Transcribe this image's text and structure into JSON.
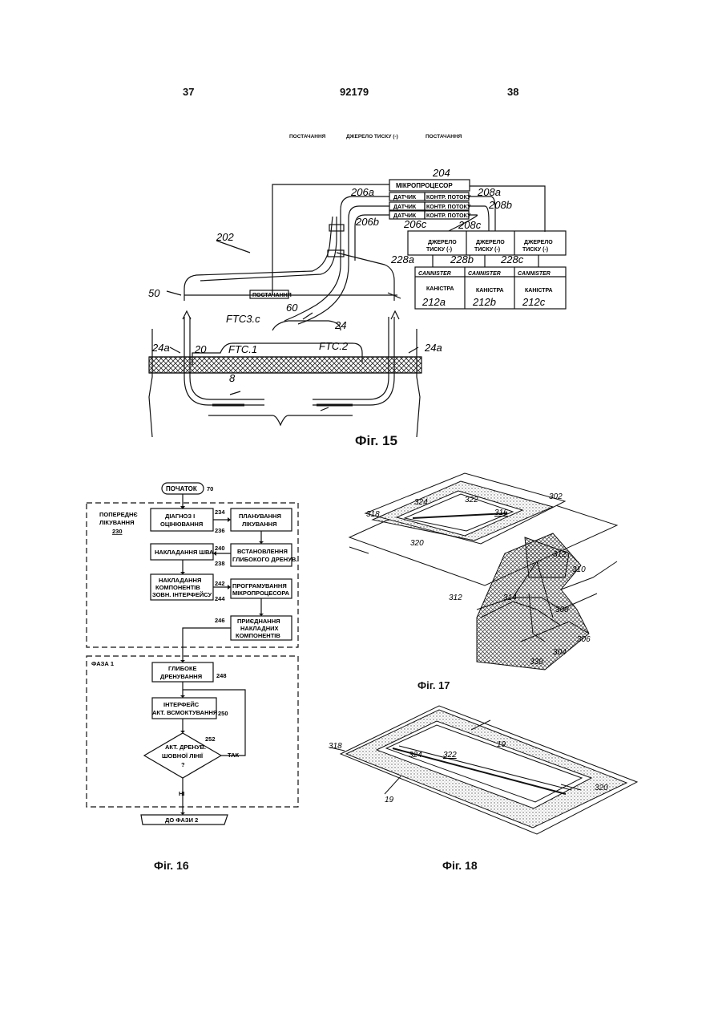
{
  "header": {
    "page_left": "37",
    "doc_number": "92179",
    "page_right": "38"
  },
  "top_labels": {
    "left": "ПОСТАЧАННЯ",
    "mid": "ДЖЕРЕЛО ТИСКУ (-)",
    "right": "ПОСТАЧАННЯ"
  },
  "fig15": {
    "caption": "Фіг. 15",
    "microprocessor": "МІКРОПРОЦЕСОР",
    "sensor": "ДАТЧИК",
    "flow": "КОНТР. ПОТОКУ",
    "source_l1": "ДЖЕРЕЛО",
    "source_l2": "ТИСКУ (-)",
    "canister_en": "CANNISTER",
    "canister": "КАНІСТРА",
    "supply": "ПОСТАЧАННЯ",
    "refs": {
      "r204": "204",
      "r206a": "206a",
      "r208a": "208a",
      "r208b": "208b",
      "r206b": "206b",
      "r206c": "206c",
      "r208c": "208c",
      "r202": "202",
      "r228a": "228a",
      "r228b": "228b",
      "r228c": "228c",
      "r212a": "212a",
      "r212b": "212b",
      "r212c": "212c",
      "r50": "50",
      "r60": "60",
      "ftc3c": "FTC3.c",
      "r24": "24",
      "r24a": "24a",
      "r20": "20",
      "ftc1": "FTC.1",
      "ftc2": "FTC.2",
      "r8": "8"
    }
  },
  "fig16": {
    "caption": "Фіг. 16",
    "start": "ПОЧАТОК",
    "r70": "70",
    "pre_l1": "ПОПЕРЕДНЄ",
    "pre_l2": "ЛІКУВАННЯ",
    "pre_num": "230",
    "phase1": "ФАЗА 1",
    "diag_l1": "ДІАГНОЗ І",
    "diag_l2": "ОЦІНЮВАННЯ",
    "plan_l1": "ПЛАНУВАННЯ",
    "plan_l2": "ЛІКУВАННЯ",
    "suture": "НАКЛАДАННЯ ШВА",
    "deep_l1": "ВСТАНОВЛЕННЯ",
    "deep_l2": "ГЛИБОКОГО ДРЕНУВ.",
    "ext_l1": "НАКЛАДАННЯ",
    "ext_l2": "КОМПОНЕНТІВ",
    "ext_l3": "ЗОВН. ІНТЕРФЕЙСУ",
    "prog_l1": "ПРОГРАМУВАННЯ",
    "prog_l2": "МІКРОПРОЦЕСОРА",
    "attach_l1": "ПРИЄДНАННЯ",
    "attach_l2": "НАКЛАДНИХ",
    "attach_l3": "КОМПОНЕНТІВ",
    "dd_l1": "ГЛИБОКЕ",
    "dd_l2": "ДРЕНУВАННЯ",
    "suction_l1": "ІНТЕРФЕЙС",
    "suction_l2": "АКТ. ВСМОКТУВАННЯ",
    "dec_l1": "АКТ. ДРЕНУВ.",
    "dec_l2": "ШОВНОЇ ЛІНІЇ",
    "dec_l3": "?",
    "yes": "ТАК",
    "no": "НІ",
    "to_phase2": "ДО ФАЗИ 2",
    "refs": {
      "r234": "234",
      "r236": "236",
      "r240": "240",
      "r238": "238",
      "r242": "242",
      "r244": "244",
      "r246": "246",
      "r248": "248",
      "r250": "250",
      "r252": "252"
    }
  },
  "fig17": {
    "caption": "Фіг. 17",
    "refs": {
      "r302": "302",
      "r324": "324",
      "r322": "322",
      "r318": "318",
      "r316": "316",
      "r320": "320",
      "r312a": "312",
      "r310": "310",
      "r312b": "312",
      "r314": "314",
      "r308": "308",
      "r306": "306",
      "r304": "304",
      "r330": "330"
    }
  },
  "fig18": {
    "caption": "Фіг. 18",
    "refs": {
      "r318": "318",
      "r324": "324",
      "r322": "322",
      "r19a": "19",
      "r320": "320",
      "r19b": "19"
    }
  }
}
